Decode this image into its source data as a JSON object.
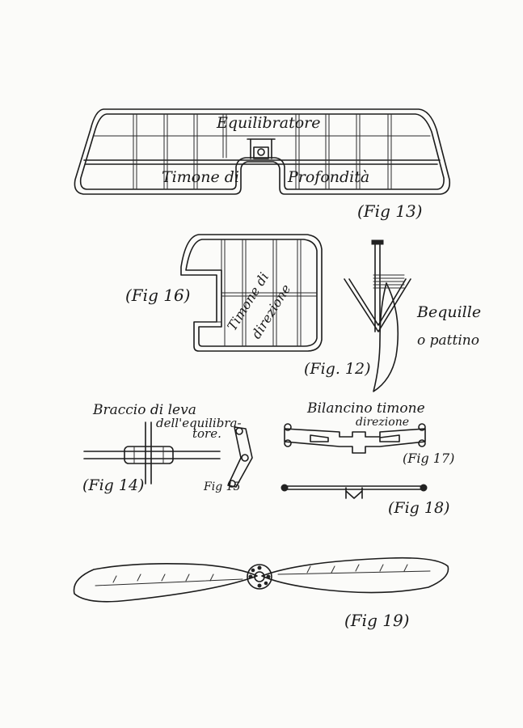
{
  "colors": {
    "ink": "#1c1c1c",
    "paper": "#fbfbf9"
  },
  "fig13": {
    "label": "(Fig 13)",
    "text_top": "Equilibratore",
    "text_left": "Timone di",
    "text_right": "Profondità"
  },
  "fig16": {
    "label": "(Fig 16)",
    "text_a": "Timone di",
    "text_b": "direzione"
  },
  "fig12": {
    "label": "(Fig. 12)",
    "text_a": "Bequille",
    "text_b": "o pattino"
  },
  "fig14": {
    "label": "(Fig 14)",
    "caption_1": "Braccio di leva",
    "caption_2": "dell'equilibra-",
    "caption_3": "tore."
  },
  "fig15": {
    "label": "Fig 15"
  },
  "fig17": {
    "label": "(Fig 17)",
    "caption_1": "Bilancino timone",
    "caption_2": "direzione"
  },
  "fig18": {
    "label": "(Fig 18)"
  },
  "fig19": {
    "label": "(Fig 19)"
  }
}
